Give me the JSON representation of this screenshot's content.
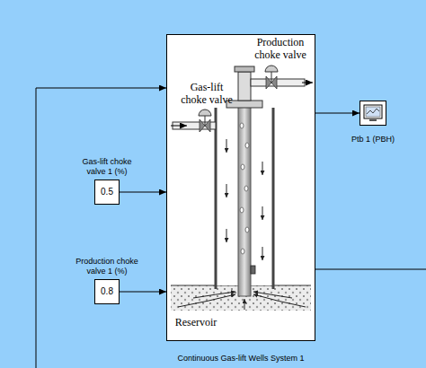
{
  "diagram": {
    "nodes": [
      {
        "text": [
          "Continuous Gas-lift Wells System 1"
        ]
      },
      {
        "text": [
          "Gas-lift choke valve 1 (%)",
          "0.5"
        ]
      },
      {
        "text": [
          "Production choke valve 1 (%)",
          "0.8"
        ]
      },
      {
        "text": [
          "Ptb 1 (PBH)"
        ]
      }
    ],
    "edges": [
      {
        "from": 1,
        "to": 0,
        "arrow": "to"
      },
      {
        "from": 2,
        "to": 0,
        "arrow": "to"
      },
      {
        "from": 0,
        "to": 3,
        "arrow": "to"
      }
    ],
    "labels": [
      "Production choke valve",
      "Gas-lift choke valve",
      "Reservoir"
    ]
  }
}
